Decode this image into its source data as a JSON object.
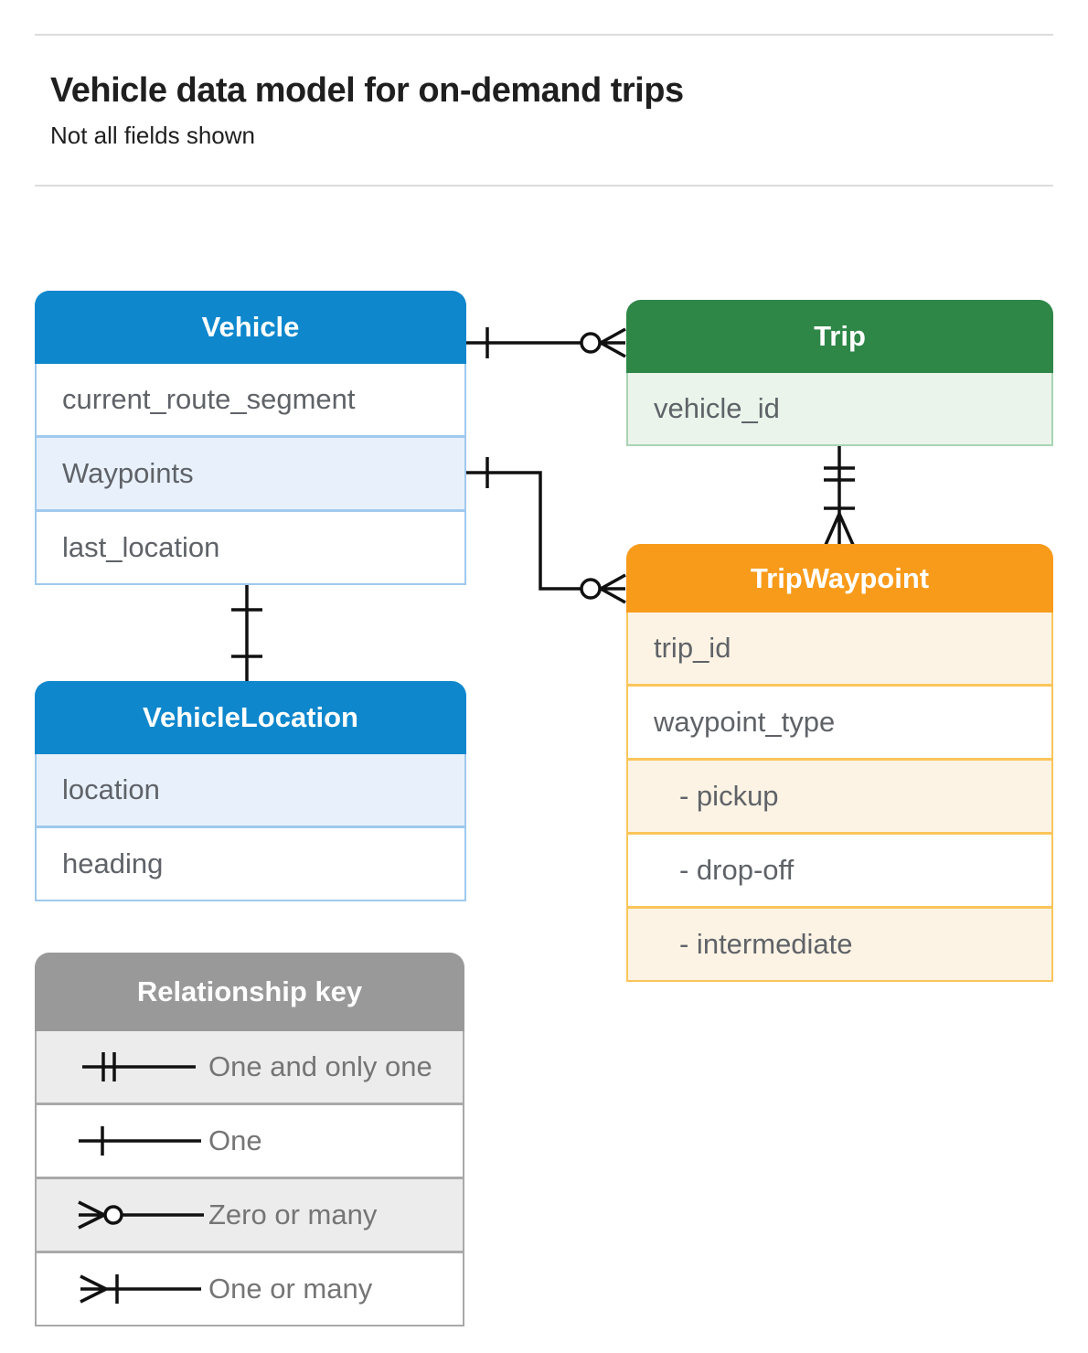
{
  "page": {
    "title": "Vehicle data model for on-demand trips",
    "subtitle": "Not all fields shown"
  },
  "entities": {
    "vehicle": {
      "title": "Vehicle",
      "fields": [
        "current_route_segment",
        "Waypoints",
        "last_location"
      ]
    },
    "trip": {
      "title": "Trip",
      "fields": [
        "vehicle_id"
      ]
    },
    "trip_waypoint": {
      "title": "TripWaypoint",
      "fields": [
        "trip_id",
        "waypoint_type",
        "- pickup",
        "- drop-off",
        "- intermediate"
      ]
    },
    "vehicle_location": {
      "title": "VehicleLocation",
      "fields": [
        "location",
        "heading"
      ]
    }
  },
  "legend": {
    "title": "Relationship key",
    "items": [
      {
        "symbol": "one-and-only-one",
        "label": "One and only one"
      },
      {
        "symbol": "one",
        "label": "One"
      },
      {
        "symbol": "zero-or-many",
        "label": "Zero or many"
      },
      {
        "symbol": "one-or-many",
        "label": "One or many"
      }
    ]
  },
  "relationships": [
    {
      "from": "Vehicle",
      "to": "Trip",
      "from_cardinality": "one",
      "to_cardinality": "zero-or-many"
    },
    {
      "from": "Vehicle.Waypoints",
      "to": "TripWaypoint",
      "from_cardinality": "one",
      "to_cardinality": "zero-or-many"
    },
    {
      "from": "Trip",
      "to": "TripWaypoint",
      "from_cardinality": "one-and-only-one",
      "to_cardinality": "one-or-many"
    },
    {
      "from": "Vehicle",
      "to": "VehicleLocation",
      "from_cardinality": "one",
      "to_cardinality": "one"
    }
  ],
  "colors": {
    "blue_header": "#0e87cd",
    "blue_row": "#e8f1fb",
    "blue_border": "#9fc9ee",
    "green_header": "#2e8647",
    "green_row": "#eaf4eb",
    "green_border": "#a9d4b4",
    "orange_header": "#f89b1b",
    "orange_row": "#fdf3e4",
    "orange_border": "#fbc55a",
    "gray_header": "#999999",
    "gray_row": "#ececec",
    "gray_border": "#a9a9a9",
    "connector_line": "#111111",
    "field_text": "#5f6368",
    "title_text": "#1f1f1f"
  }
}
